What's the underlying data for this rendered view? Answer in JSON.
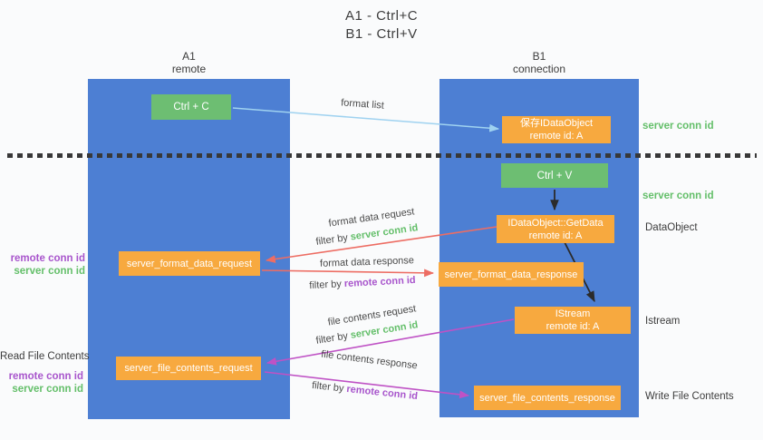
{
  "title": {
    "line1": "A1 - Ctrl+C",
    "line2": "B1 - Ctrl+V"
  },
  "lanes": {
    "left": {
      "name": "A1",
      "role": "remote"
    },
    "right": {
      "name": "B1",
      "role": "connection"
    }
  },
  "nodes": {
    "ctrl_c": {
      "label": "Ctrl + C"
    },
    "ctrl_v": {
      "label": "Ctrl + V"
    },
    "save_dataobject": {
      "line1": "保存IDataObject",
      "line2": "remote id: A"
    },
    "getdata": {
      "line1": "IDataObject::GetData",
      "line2": "remote id: A"
    },
    "istream": {
      "line1": "IStream",
      "line2": "remote id: A"
    },
    "format_request": {
      "label": "server_format_data_request"
    },
    "format_response": {
      "label": "server_format_data_response"
    },
    "file_request": {
      "label": "server_file_contents_request"
    },
    "file_response": {
      "label": "server_file_contents_response"
    }
  },
  "arrow_labels": {
    "format_list": "format list",
    "format_data_request": "format data request",
    "format_data_response": "format data response",
    "file_contents_request": "file contents request",
    "file_contents_response": "file contents response",
    "filter_by": "filter by ",
    "server_conn_id": "server conn id",
    "remote_conn_id": "remote conn id"
  },
  "side_labels": {
    "server_conn_id_top": "server conn id",
    "server_conn_id_mid": "server conn id",
    "dataobject": "DataObject",
    "istream": "Istream",
    "read_file_contents": "Read File Contents",
    "write_file_contents": "Write File Contents",
    "remote_conn_id_1": "remote conn id",
    "server_conn_id_1": "server conn id",
    "remote_conn_id_2": "remote conn id",
    "server_conn_id_2": "server conn id"
  },
  "colors": {
    "background": "#fafbfc",
    "lane_blue": "#4d7fd3",
    "node_green": "#6dbe72",
    "node_orange": "#f7a93f",
    "arrow_light_blue": "#9fd2f0",
    "arrow_red": "#ed6d63",
    "arrow_magenta": "#bf52c5",
    "arrow_black": "#2b2b2b",
    "label_green": "#64bf6a",
    "label_purple": "#a855cc",
    "text_dark": "#3d3d3d"
  }
}
